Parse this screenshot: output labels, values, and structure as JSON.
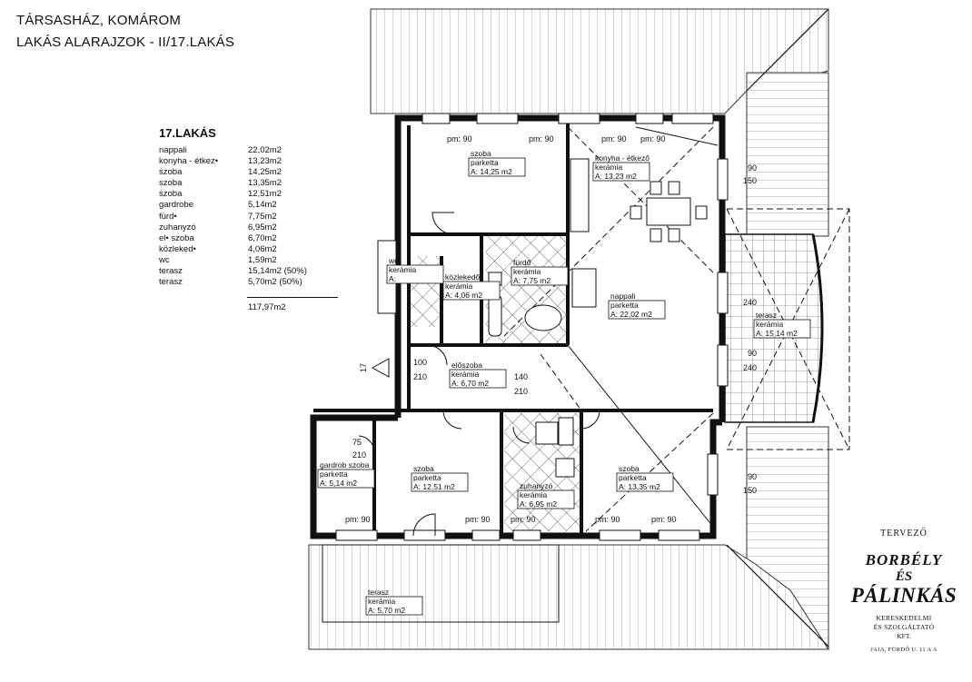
{
  "header": {
    "line1": "TÁRSASHÁZ, KOMÁROM",
    "line2": "LAKÁS ALARAJZOK - II/17.LAKÁS"
  },
  "summary": {
    "title": "17.LAKÁS",
    "rows": [
      {
        "name": "nappali",
        "value": "22,02m2"
      },
      {
        "name": "konyha - étkez•",
        "value": "13,23m2"
      },
      {
        "name": "szoba",
        "value": "14,25m2"
      },
      {
        "name": "szoba",
        "value": "13,35m2"
      },
      {
        "name": "szoba",
        "value": "12,51m2"
      },
      {
        "name": "gardrobe",
        "value": "5,14m2"
      },
      {
        "name": "fürd•",
        "value": "7,75m2"
      },
      {
        "name": "zuhanyzó",
        "value": "6,95m2"
      },
      {
        "name": "el• szoba",
        "value": "6,70m2"
      },
      {
        "name": "közleked•",
        "value": "4,06m2"
      },
      {
        "name": "wc",
        "value": "1,59m2"
      },
      {
        "name": "terasz",
        "value": "15,14m2 (50%)"
      },
      {
        "name": "terasz",
        "value": "5,70m2 (50%)"
      }
    ],
    "total": "117,97m2"
  },
  "plan": {
    "unit_mark": "17",
    "rooms": [
      {
        "id": "szoba-top",
        "name": "szoba",
        "floor": "parketta",
        "area": "A: 14,25 m2"
      },
      {
        "id": "konyha",
        "name": "konyha - étkező",
        "floor": "kerámia",
        "area": "A: 13,23 m2"
      },
      {
        "id": "kozleked",
        "name": "közlekedő",
        "floor": "kerámia",
        "area": "A: 4,06 m2"
      },
      {
        "id": "furdo",
        "name": "fürdő",
        "floor": "kerámia",
        "area": "A: 7,75 m2"
      },
      {
        "id": "nappali",
        "name": "nappali",
        "floor": "parketta",
        "area": "A: 22,02 m2"
      },
      {
        "id": "eloszoba",
        "name": "előszoba",
        "floor": "kerámia",
        "area": "A: 6,70 m2"
      },
      {
        "id": "terasz-right",
        "name": "terasz",
        "floor": "kerámia",
        "area": "A: 15,14 m2"
      },
      {
        "id": "gardrob",
        "name": "gardrob szoba",
        "floor": "parketta",
        "area": "A: 5,14 m2"
      },
      {
        "id": "szoba-mid",
        "name": "szoba",
        "floor": "parketta",
        "area": "A: 12,51 m2"
      },
      {
        "id": "zuhanyzo",
        "name": "zuhanyzó",
        "floor": "kerámia",
        "area": "A: 6,95 m2"
      },
      {
        "id": "szoba-right",
        "name": "szoba",
        "floor": "parketta",
        "area": "A: 13,35 m2"
      },
      {
        "id": "terasz-bottom",
        "name": "terasz",
        "floor": "kerámia",
        "area": "A: 5,70 m2"
      },
      {
        "id": "wc",
        "name": "wc",
        "floor": "kerámia",
        "area": "A:"
      }
    ],
    "window_labels": {
      "pm90": "pm: 90",
      "d90": "90",
      "d150": "150",
      "d210": "210",
      "d240": "240",
      "d100": "100",
      "d140": "140",
      "d75": "75"
    }
  },
  "designer": {
    "label": "TERVEZŐ",
    "name1": "BORBÉLY",
    "name2": "ÉS",
    "name3": "PÁLINKÁS",
    "sub1": "KERESKEDELMI",
    "sub2": "ÉS SZOLGÁLTATÓ",
    "sub3": "KFT.",
    "sub4": "JAJA, FÜRDŐ U. 11 A A"
  }
}
